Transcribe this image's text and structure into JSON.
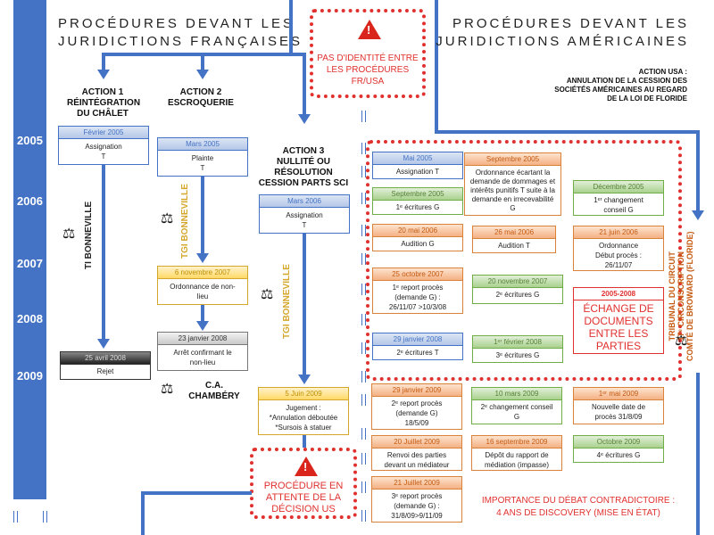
{
  "titles": {
    "french": [
      "PROCÉDURES DEVANT LES",
      "JURIDICTIONS FRANÇAISES"
    ],
    "american": [
      "PROCÉDURES DEVANT LES",
      "JURIDICTIONS AMÉRICAINES"
    ]
  },
  "years": [
    "2005",
    "2006",
    "2007",
    "2008",
    "2009"
  ],
  "warning_top": {
    "icon": "warning-icon",
    "lines": [
      "PAS D'IDENTITÉ ENTRE",
      "LES PROCÉDURES",
      "FR/USA"
    ]
  },
  "warning_bottom": {
    "icon": "warning-icon",
    "lines": [
      "PROCÉDURE EN",
      "ATTENTE DE LA",
      "DÉCISION US"
    ]
  },
  "actions": {
    "a1": [
      "ACTION 1",
      "RÉINTÉGRATION",
      "DU CHÂLET"
    ],
    "a2": [
      "ACTION 2",
      "ESCROQUERIE"
    ],
    "a3": [
      "ACTION 3",
      "NULLITÉ OU",
      "RÉSOLUTION",
      "CESSION PARTS SCI"
    ],
    "usa": [
      "ACTION USA :",
      "ANNULATION DE LA CESSION DES",
      "SOCIÉTÉS AMÉRICAINES AU REGARD",
      "DE LA LOI DE FLORIDE"
    ]
  },
  "courts": {
    "ti": "TI BONNEVILLE",
    "tgi_a2": "TGI BONNEVILLE",
    "tgi_a3": "TGI BONNEVILLE",
    "ca": [
      "C.A.",
      "CHAMBÉRY"
    ],
    "us": [
      "TRIBUNAL DU CIRCUIT",
      "17ᵉ CIRCONSCRIPTION",
      "COMTÉ DE BROWARD (FLORIDE)"
    ]
  },
  "french_events": [
    {
      "id": "a1-1",
      "date": "Février 2005",
      "text": [
        "Assignation",
        "T"
      ]
    },
    {
      "id": "a1-2",
      "date": "25 avril 2008",
      "text": [
        "Rejet"
      ]
    },
    {
      "id": "a2-1",
      "date": "Mars  2005",
      "text": [
        "Plainte",
        "T"
      ]
    },
    {
      "id": "a2-2",
      "date": "6 novembre 2007",
      "text": [
        "Ordonnance de non-",
        "lieu"
      ]
    },
    {
      "id": "a2-3",
      "date": "23 janvier 2008",
      "text": [
        "Arrêt confirmant le",
        "non-lieu"
      ]
    },
    {
      "id": "a3-1",
      "date": "Mars 2006",
      "text": [
        "Assignation",
        "T"
      ]
    },
    {
      "id": "a3-2",
      "date": "5 Juin 2009",
      "text": [
        "Jugement :",
        "*Annulation déboutée",
        "*Sursois à statuer"
      ]
    }
  ],
  "us_events": [
    {
      "date": "Mai 2005",
      "text": [
        "Assignation T"
      ]
    },
    {
      "date": "Septembre 2005",
      "text": [
        "Ordonnance écartant la",
        "demande de dommages et",
        "intérêts punitifs T suite à la",
        "demande en irrecevabilité",
        "G"
      ]
    },
    {
      "date": "Septembre 2005",
      "text": [
        "1ᵉ écritures G"
      ]
    },
    {
      "date": "Décembre 2005",
      "text": [
        "1ᵉʳ changement",
        "conseil G"
      ]
    },
    {
      "date": "20 mai 2006",
      "text": [
        "Audition G"
      ]
    },
    {
      "date": "26 mai 2006",
      "text": [
        "Audition T"
      ]
    },
    {
      "date": "21 juin 2006",
      "text": [
        "Ordonnance",
        "Début procès :",
        "26/11/07"
      ]
    },
    {
      "date": "25 octobre 2007",
      "text": [
        "1ᵉ report procès",
        "(demande G) :",
        "26/11/07 >10/3/08"
      ]
    },
    {
      "date": "20 novembre 2007",
      "text": [
        "2ᵉ écritures G"
      ]
    },
    {
      "date": "2005-2008",
      "text": [
        "ÉCHANGE DE",
        "DOCUMENTS",
        "ENTRE LES",
        "PARTIES"
      ]
    },
    {
      "date": "29 janvier 2008",
      "text": [
        "2ᵉ écritures T"
      ]
    },
    {
      "date": "1ᵉʳ février 2008",
      "text": [
        "3ᵉ écritures G"
      ]
    },
    {
      "date": "29 janvier 2009",
      "text": [
        "2ᵉ report procès",
        "(demande G)",
        "18/5/09"
      ]
    },
    {
      "date": "10 mars 2009",
      "text": [
        "2ᵉ changement conseil",
        "G"
      ]
    },
    {
      "date": "1ᵉʳ mai 2009",
      "text": [
        "Nouvelle date de",
        "procès 31/8/09"
      ]
    },
    {
      "date": "20 Juillet 2009",
      "text": [
        "Renvoi des parties",
        "devant un médiateur"
      ]
    },
    {
      "date": "16 septembre 2009",
      "text": [
        "Dépôt du rapport de",
        "médiation (impasse)"
      ]
    },
    {
      "date": "Octobre 2009",
      "text": [
        "4ᵉ écritures G"
      ]
    },
    {
      "date": "21 Juillet 2009",
      "text": [
        "3ᵉ report procès",
        "(demande G) :",
        "31/8/09>9/11/09"
      ]
    }
  ],
  "footer_note": [
    "IMPORTANCE DU DÉBAT CONTRADICTOIRE :",
    "4 ANS DE DISCOVERY (MISE EN ÉTAT)"
  ],
  "icons": {
    "scale": "⚖",
    "warning": "!"
  }
}
